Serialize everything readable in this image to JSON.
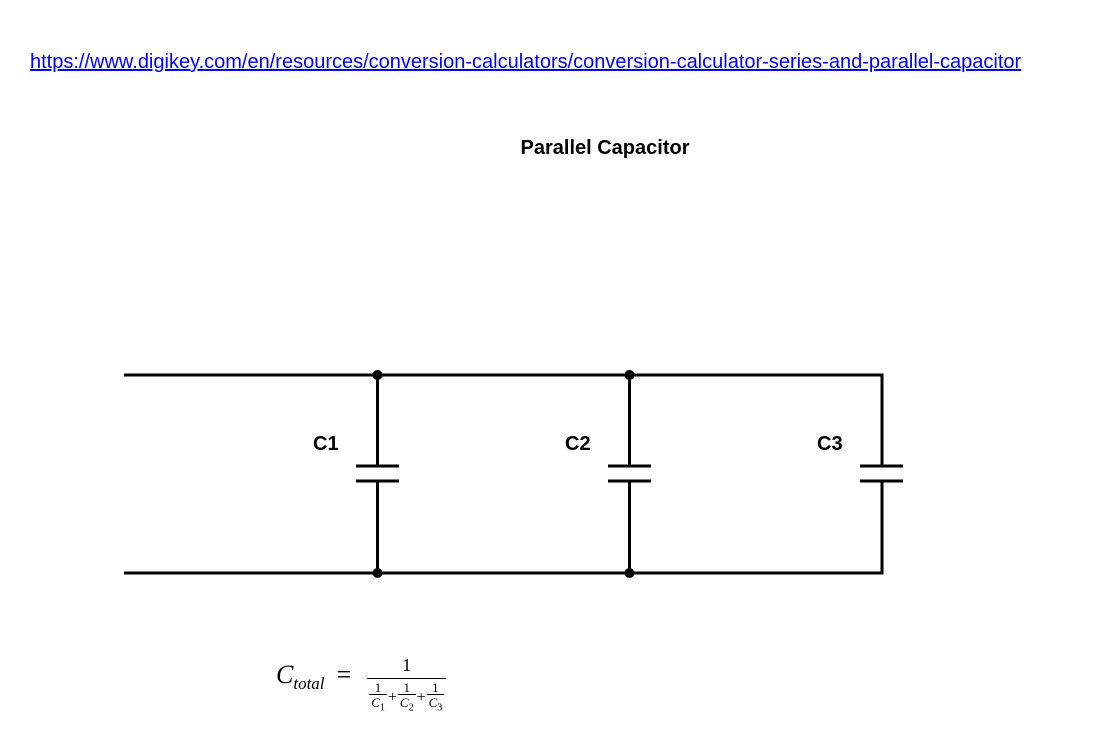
{
  "source_link": {
    "url_text": "https://www.digikey.com/en/resources/conversion-calculators/conversion-calculator-series-and-parallel-capacitor"
  },
  "title": "Parallel Capacitor",
  "capacitors": [
    {
      "label": "C1"
    },
    {
      "label": "C2"
    },
    {
      "label": "C3"
    }
  ],
  "formula": {
    "lhs_symbol": "C",
    "lhs_subscript": "total",
    "equals": "=",
    "numerator": "1",
    "terms": [
      {
        "num": "1",
        "symbol": "C",
        "subscript": "1"
      },
      {
        "num": "1",
        "symbol": "C",
        "subscript": "2"
      },
      {
        "num": "1",
        "symbol": "C",
        "subscript": "3"
      }
    ],
    "plus": "+"
  },
  "colors": {
    "link": "#0000ee",
    "wire": "#000000",
    "background": "#ffffff"
  }
}
